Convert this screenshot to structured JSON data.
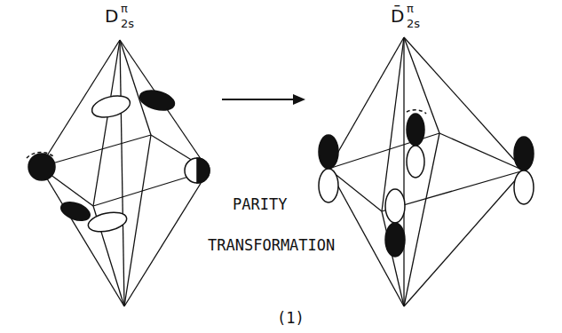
{
  "diagram": {
    "caption": "(1)",
    "labels": [
      "D",
      "π",
      "2s",
      "D̄",
      "π",
      "2s",
      "PARITY",
      "TRANSFORMATION"
    ]
  }
}
